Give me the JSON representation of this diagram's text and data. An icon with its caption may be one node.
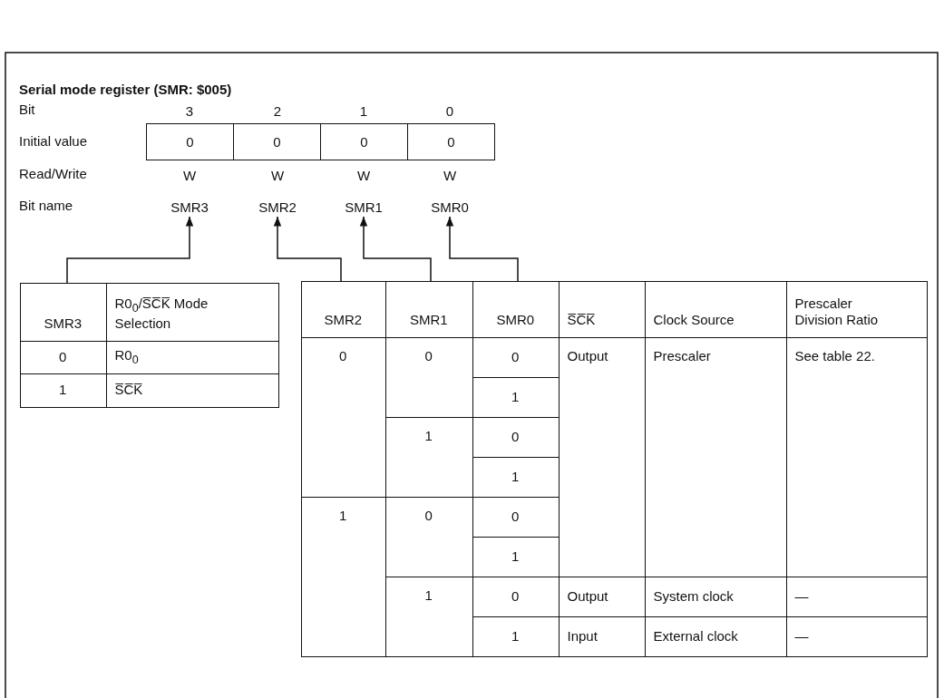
{
  "diagram": {
    "title": "Serial mode register (SMR: $005)",
    "nodes": [
      {
        "text": [
          "SMR3"
        ]
      },
      {
        "text": [
          "SMR2"
        ]
      },
      {
        "text": [
          "SMR1"
        ]
      },
      {
        "text": [
          "SMR0"
        ]
      },
      {
        "text": [],
        "shape": "box"
      },
      {
        "text": [],
        "shape": "box"
      }
    ],
    "edges": [
      {
        "from": 4,
        "to": 0,
        "arrow": "to"
      },
      {
        "from": 5,
        "to": 1,
        "arrow": "to"
      },
      {
        "from": 5,
        "to": 2,
        "arrow": "to"
      },
      {
        "from": 5,
        "to": 3,
        "arrow": "to"
      }
    ],
    "labels": [
      "Bit",
      "3",
      "2",
      "1",
      "0",
      "Initial value",
      "0",
      "0",
      "0",
      "0",
      "Read/Write",
      "W",
      "W",
      "W",
      "W",
      "Bit name",
      "SMR3",
      "R0$_{0}$/S̅C̅K̅ Mode Selection",
      "0",
      "R0$_{0}$",
      "1",
      "S̅C̅K̅",
      "SMR2",
      "SMR1",
      "SMR0",
      "S̅C̅K̅",
      "Clock Source",
      "Prescaler Division Ratio",
      "0",
      "0",
      "0",
      "Output",
      "Prescaler",
      "See table 22.",
      "1",
      "1",
      "0",
      "1",
      "1",
      "0",
      "0",
      "1",
      "1",
      "0",
      "Output",
      "System clock",
      "—",
      "1",
      "Input",
      "External clock",
      "—"
    ]
  }
}
